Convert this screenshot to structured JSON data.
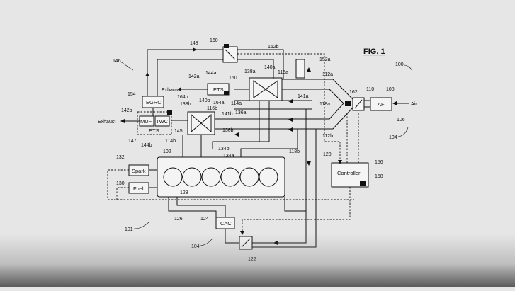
{
  "figure": {
    "title": "FIG. 1"
  },
  "components": {
    "egrc": "EGRC",
    "ets_upper": "ETS",
    "ets_lower": "ETS",
    "muf": "MUF",
    "twc": "TWC",
    "af": "AF",
    "spark": "Spark",
    "fuel": "Fuel",
    "controller": "Controller",
    "cac": "CAC"
  },
  "flow_labels": {
    "exhaust_upper": "Exhaust",
    "exhaust_lower": "Exhaust",
    "air": "Air"
  },
  "refs": {
    "r100": "100",
    "r101": "101",
    "r102": "102",
    "r104a": "104",
    "r104b": "104",
    "r106": "106",
    "r108": "108",
    "r110": "110",
    "r112a": "112a",
    "r112b": "112b",
    "r114a": "114a",
    "r114b": "114b",
    "r116a": "116a",
    "r116b": "116b",
    "r118a": "118a",
    "r118b": "118b",
    "r120": "120",
    "r122": "122",
    "r124": "124",
    "r126": "126",
    "r128": "128",
    "r130": "130",
    "r132": "132",
    "r134a": "134a",
    "r134b": "134b",
    "r136a": "136a",
    "r136b": "136b",
    "r138a": "138a",
    "r138b": "138b",
    "r140a": "140a",
    "r140b": "140b",
    "r141a": "141a",
    "r141b": "141b",
    "r142a": "142a",
    "r142b": "142b",
    "r144a": "144a",
    "r144b": "144b",
    "r145": "145",
    "r146": "146",
    "r147": "147",
    "r148": "148",
    "r150": "150",
    "r152a": "152a",
    "r152b": "152b",
    "r154": "154",
    "r156": "156",
    "r158": "158",
    "r160": "160",
    "r162": "162",
    "r164a": "164a",
    "r164b": "164b"
  },
  "colors": {
    "background": "#e6e6e6",
    "ink": "#111111"
  }
}
